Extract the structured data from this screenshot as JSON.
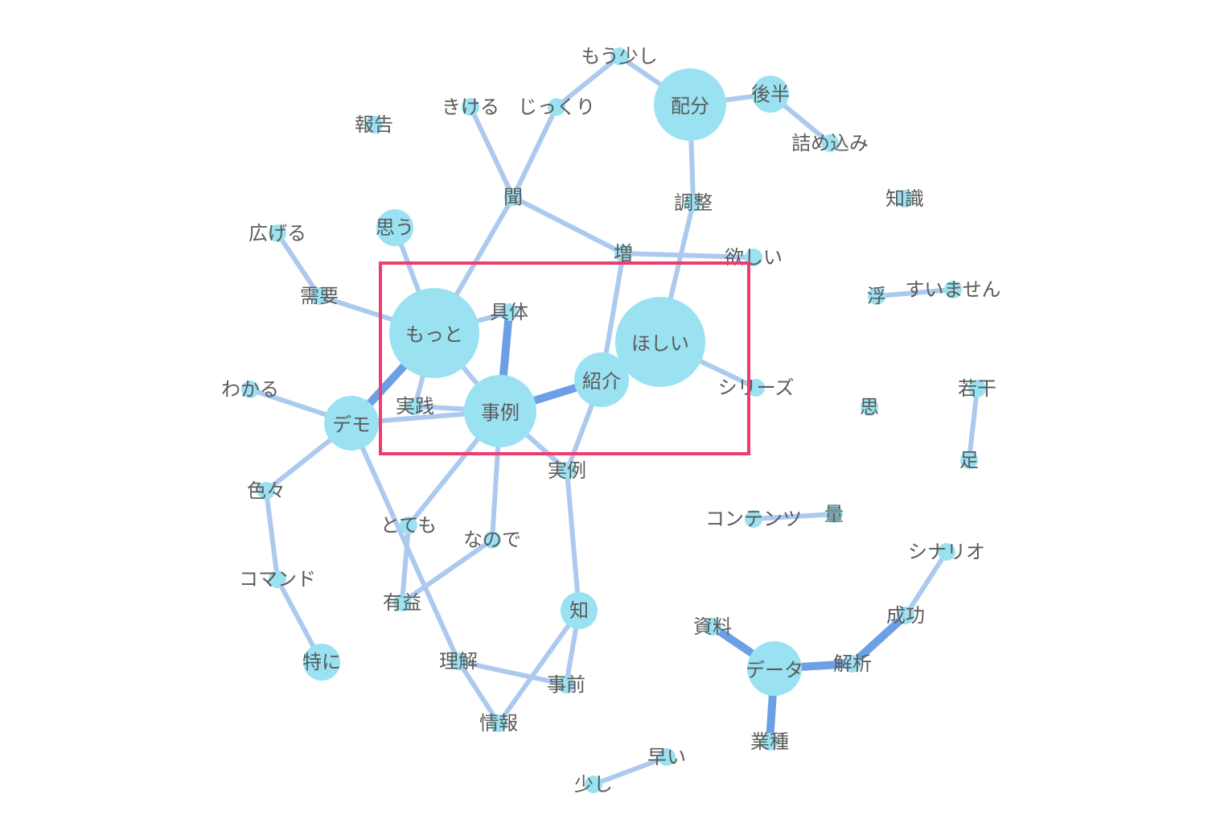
{
  "colors": {
    "node_fill": "#9ae2f2",
    "edge_light": "#acc9ef",
    "edge_strong": "#6d9fe6",
    "label_text": "#5a5a5a",
    "highlight_box": "#f23a6c"
  },
  "nodes": [
    {
      "id": "mousukoshi",
      "label": "もう少し",
      "weight": 1
    },
    {
      "id": "kikeru",
      "label": "きける",
      "weight": 1
    },
    {
      "id": "jikkuri",
      "label": "じっくり",
      "weight": 1
    },
    {
      "id": "haibun",
      "label": "配分",
      "weight": 5
    },
    {
      "id": "kouhan",
      "label": "後半",
      "weight": 2
    },
    {
      "id": "tsumekomi",
      "label": "詰め込み",
      "weight": 1
    },
    {
      "id": "houkoku",
      "label": "報告",
      "weight": 1
    },
    {
      "id": "kiku",
      "label": "聞",
      "weight": 1
    },
    {
      "id": "chousei",
      "label": "調整",
      "weight": 1
    },
    {
      "id": "chishiki",
      "label": "知識",
      "weight": 1
    },
    {
      "id": "hirogeru",
      "label": "広げる",
      "weight": 1
    },
    {
      "id": "omou",
      "label": "思う",
      "weight": 2
    },
    {
      "id": "zou",
      "label": "増",
      "weight": 1
    },
    {
      "id": "hoshii_kanji",
      "label": "欲しい",
      "weight": 1
    },
    {
      "id": "uku",
      "label": "浮",
      "weight": 1
    },
    {
      "id": "sumimasen",
      "label": "すいません",
      "weight": 1
    },
    {
      "id": "juyou",
      "label": "需要",
      "weight": 1
    },
    {
      "id": "motto",
      "label": "もっと",
      "weight": 7
    },
    {
      "id": "gutai",
      "label": "具体",
      "weight": 1
    },
    {
      "id": "hoshii",
      "label": "ほしい",
      "weight": 7
    },
    {
      "id": "shoukai",
      "label": "紹介",
      "weight": 3
    },
    {
      "id": "series",
      "label": "シリーズ",
      "weight": 1
    },
    {
      "id": "jakkan",
      "label": "若干",
      "weight": 1
    },
    {
      "id": "wakaru",
      "label": "わかる",
      "weight": 1
    },
    {
      "id": "jissen",
      "label": "実践",
      "weight": 1
    },
    {
      "id": "jirei",
      "label": "事例",
      "weight": 5
    },
    {
      "id": "demo",
      "label": "デモ",
      "weight": 3
    },
    {
      "id": "omoi",
      "label": "思",
      "weight": 1
    },
    {
      "id": "ashi",
      "label": "足",
      "weight": 1
    },
    {
      "id": "jitsurei",
      "label": "実例",
      "weight": 1
    },
    {
      "id": "iroiro",
      "label": "色々",
      "weight": 1
    },
    {
      "id": "totemo",
      "label": "とても",
      "weight": 1
    },
    {
      "id": "nanode",
      "label": "なので",
      "weight": 1
    },
    {
      "id": "contents",
      "label": "コンテンツ",
      "weight": 1
    },
    {
      "id": "ryou",
      "label": "量",
      "weight": 1
    },
    {
      "id": "scenario",
      "label": "シナリオ",
      "weight": 1
    },
    {
      "id": "command",
      "label": "コマンド",
      "weight": 1
    },
    {
      "id": "yueki",
      "label": "有益",
      "weight": 1
    },
    {
      "id": "chi",
      "label": "知",
      "weight": 2
    },
    {
      "id": "shiryou",
      "label": "資料",
      "weight": 1
    },
    {
      "id": "seikou",
      "label": "成功",
      "weight": 1
    },
    {
      "id": "tokuni",
      "label": "特に",
      "weight": 2
    },
    {
      "id": "rikai",
      "label": "理解",
      "weight": 1
    },
    {
      "id": "data",
      "label": "データ",
      "weight": 4
    },
    {
      "id": "kaiseki",
      "label": "解析",
      "weight": 1
    },
    {
      "id": "jizen",
      "label": "事前",
      "weight": 1
    },
    {
      "id": "jouhou",
      "label": "情報",
      "weight": 1
    },
    {
      "id": "gyoushu",
      "label": "業種",
      "weight": 1
    },
    {
      "id": "hayai",
      "label": "早い",
      "weight": 1
    },
    {
      "id": "sukoshi",
      "label": "少し",
      "weight": 1
    }
  ],
  "edges": [
    {
      "source": "mousukoshi",
      "target": "jikkuri",
      "strength": 1
    },
    {
      "source": "mousukoshi",
      "target": "haibun",
      "strength": 1
    },
    {
      "source": "haibun",
      "target": "kouhan",
      "strength": 1
    },
    {
      "source": "kouhan",
      "target": "tsumekomi",
      "strength": 1
    },
    {
      "source": "haibun",
      "target": "chousei",
      "strength": 1
    },
    {
      "source": "chousei",
      "target": "hoshii",
      "strength": 1
    },
    {
      "source": "kikeru",
      "target": "kiku",
      "strength": 1
    },
    {
      "source": "jikkuri",
      "target": "kiku",
      "strength": 1
    },
    {
      "source": "kiku",
      "target": "zou",
      "strength": 1
    },
    {
      "source": "kiku",
      "target": "motto",
      "strength": 1
    },
    {
      "source": "zou",
      "target": "hoshii_kanji",
      "strength": 1
    },
    {
      "source": "zou",
      "target": "shoukai",
      "strength": 1
    },
    {
      "source": "hirogeru",
      "target": "juyou",
      "strength": 1
    },
    {
      "source": "juyou",
      "target": "motto",
      "strength": 1
    },
    {
      "source": "omou",
      "target": "motto",
      "strength": 1
    },
    {
      "source": "motto",
      "target": "gutai",
      "strength": 1
    },
    {
      "source": "motto",
      "target": "demo",
      "strength": 2
    },
    {
      "source": "motto",
      "target": "jirei",
      "strength": 1
    },
    {
      "source": "motto",
      "target": "jissen",
      "strength": 1
    },
    {
      "source": "gutai",
      "target": "jirei",
      "strength": 2
    },
    {
      "source": "jirei",
      "target": "shoukai",
      "strength": 2
    },
    {
      "source": "shoukai",
      "target": "hoshii",
      "strength": 1
    },
    {
      "source": "hoshii",
      "target": "series",
      "strength": 1
    },
    {
      "source": "shoukai",
      "target": "jitsurei",
      "strength": 1
    },
    {
      "source": "jitsurei",
      "target": "chi",
      "strength": 1
    },
    {
      "source": "jirei",
      "target": "jitsurei",
      "strength": 1
    },
    {
      "source": "jissen",
      "target": "jirei",
      "strength": 1
    },
    {
      "source": "demo",
      "target": "jirei",
      "strength": 1
    },
    {
      "source": "wakaru",
      "target": "demo",
      "strength": 1
    },
    {
      "source": "demo",
      "target": "iroiro",
      "strength": 1
    },
    {
      "source": "demo",
      "target": "rikai",
      "strength": 1
    },
    {
      "source": "jirei",
      "target": "totemo",
      "strength": 1
    },
    {
      "source": "jirei",
      "target": "nanode",
      "strength": 1
    },
    {
      "source": "iroiro",
      "target": "command",
      "strength": 1
    },
    {
      "source": "command",
      "target": "tokuni",
      "strength": 1
    },
    {
      "source": "totemo",
      "target": "yueki",
      "strength": 1
    },
    {
      "source": "nanode",
      "target": "yueki",
      "strength": 1
    },
    {
      "source": "rikai",
      "target": "jouhou",
      "strength": 1
    },
    {
      "source": "rikai",
      "target": "jizen",
      "strength": 1
    },
    {
      "source": "chi",
      "target": "jizen",
      "strength": 1
    },
    {
      "source": "chi",
      "target": "jouhou",
      "strength": 1
    },
    {
      "source": "uku",
      "target": "sumimasen",
      "strength": 1
    },
    {
      "source": "jakkan",
      "target": "ashi",
      "strength": 1
    },
    {
      "source": "contents",
      "target": "ryou",
      "strength": 1
    },
    {
      "source": "scenario",
      "target": "seikou",
      "strength": 1
    },
    {
      "source": "seikou",
      "target": "kaiseki",
      "strength": 2
    },
    {
      "source": "data",
      "target": "kaiseki",
      "strength": 2
    },
    {
      "source": "shiryou",
      "target": "data",
      "strength": 2
    },
    {
      "source": "data",
      "target": "gyoushu",
      "strength": 2
    },
    {
      "source": "hayai",
      "target": "sukoshi",
      "strength": 1
    }
  ]
}
